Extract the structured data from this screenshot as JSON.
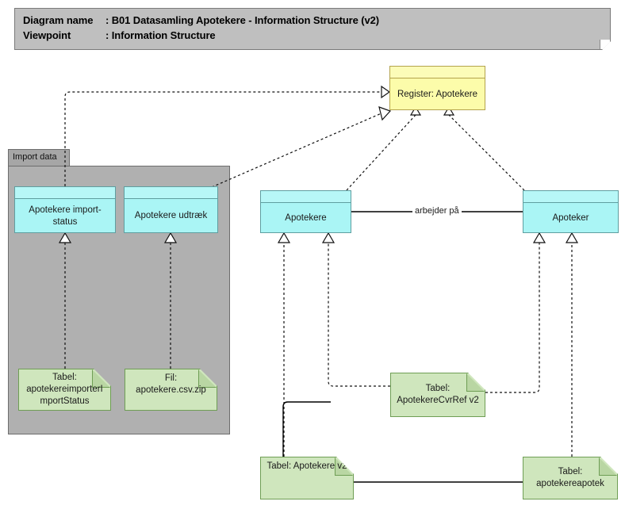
{
  "diagram": {
    "header": {
      "name_key": "Diagram name",
      "name_sep": ": B01 Datasamling Apotekere - Information Structure (v2)",
      "viewpoint_key": "Viewpoint",
      "viewpoint_sep": ": Information Structure"
    },
    "colors": {
      "frame_gray": "#bfbfbf",
      "group_gray": "#b0b0b0",
      "group_tab_gray": "#a6a6a6",
      "object_cyan": "#aaf5f5",
      "register_yellow": "#fcfcaa",
      "note_green": "#cfe6bd",
      "line_black": "#111111"
    },
    "groups": [
      {
        "id": "import-data",
        "label": "Import data"
      }
    ],
    "nodes": [
      {
        "id": "register-apotekere",
        "label": "Register: Apotekere",
        "kind": "register"
      },
      {
        "id": "apotekere-importstatus",
        "label": "Apotekere import-\nstatus",
        "kind": "object"
      },
      {
        "id": "apotekere-udtraek",
        "label": "Apotekere udtræk",
        "kind": "object"
      },
      {
        "id": "apotekere",
        "label": "Apotekere",
        "kind": "object"
      },
      {
        "id": "apoteker",
        "label": "Apoteker",
        "kind": "object"
      }
    ],
    "notes": [
      {
        "id": "tabel-importstatus",
        "label": "Tabel:\napotekereimporterI\nmportStatus"
      },
      {
        "id": "fil-apotekere-csv-zip",
        "label": "Fil: apotekere.csv.zip"
      },
      {
        "id": "tabel-apotekerecvrref-v2",
        "label": "Tabel:\nApotekereCvrRef v2"
      },
      {
        "id": "tabel-apotekere-v2",
        "label": "Tabel: Apotekere v2"
      },
      {
        "id": "tabel-apotekereapotek",
        "label": "Tabel:\napotekereapotek"
      }
    ],
    "edge_labels": [
      {
        "id": "arbejder-paa",
        "label": "arbejder på"
      }
    ]
  }
}
